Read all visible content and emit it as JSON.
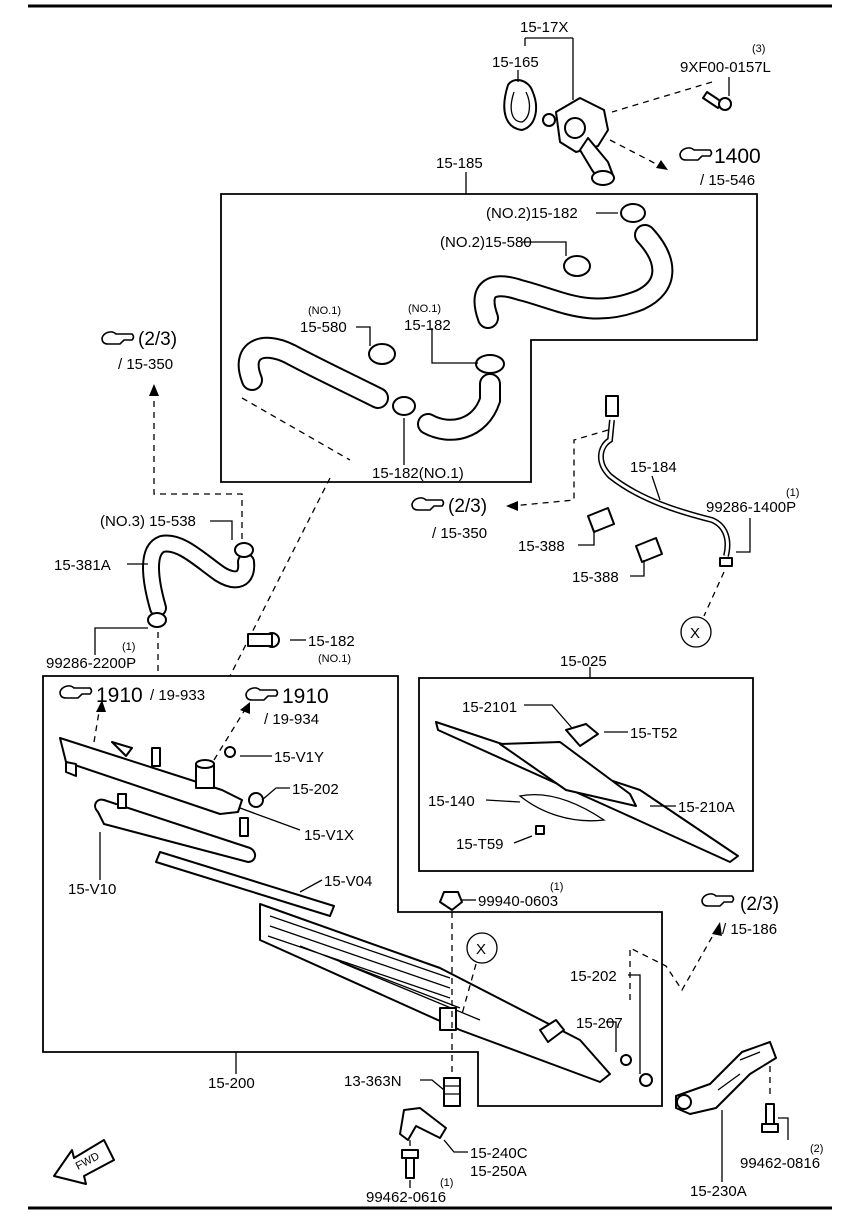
{
  "labels": {
    "l_15_17X": "15-17X",
    "l_15_165": "15-165",
    "l_qty3": "(3)",
    "l_9XF00": "9XF00-0157L",
    "l_1400": "1400",
    "l_15_546": "/ 15-546",
    "l_15_185": "15-185",
    "l_no2_182": "(NO.2)15-182",
    "l_no2_580": "(NO.2)15-580",
    "l_no1_a": "(NO.1)",
    "l_15_580": "15-580",
    "l_no1_b": "(NO.1)",
    "l_15_182a": "15-182",
    "l_15_182_no1": "15-182(NO.1)",
    "l_23a": "(2/3)",
    "l_15_350a": "/ 15-350",
    "l_no3_538": "(NO.3) 15-538",
    "l_15_381A": "15-381A",
    "l_qty1a": "(1)",
    "l_99286_2200P": "99286-2200P",
    "l_15_182b": "15-182",
    "l_no1_c": "(NO.1)",
    "l_23b": "(2/3)",
    "l_15_350b": "/ 15-350",
    "l_15_184": "15-184",
    "l_qty1b": "(1)",
    "l_99286_1400P": "99286-1400P",
    "l_15_388a": "15-388",
    "l_15_388b": "15-388",
    "l_X1": "X",
    "l_15_025": "15-025",
    "l_15_2101": "15-2101",
    "l_15_T52": "15-T52",
    "l_15_140": "15-140",
    "l_15_210A": "15-210A",
    "l_15_T59": "15-T59",
    "l_1910a": "1910",
    "l_19_933": "/ 19-933",
    "l_1910b": "1910",
    "l_19_934": "/ 19-934",
    "l_15_V1Y": "15-V1Y",
    "l_15_202a": "15-202",
    "l_15_V1X": "15-V1X",
    "l_15_V10": "15-V10",
    "l_15_V04": "15-V04",
    "l_qty1c": "(1)",
    "l_99940": "99940-0603",
    "l_23c": "(2/3)",
    "l_15_186": "/ 15-186",
    "l_X2": "X",
    "l_15_202b": "15-202",
    "l_15_207": "15-207",
    "l_15_200": "15-200",
    "l_13_363N": "13-363N",
    "l_15_240C": "15-240C",
    "l_15_250A": "15-250A",
    "l_qty1d": "(1)",
    "l_99462_0616": "99462-0616",
    "l_qty2": "(2)",
    "l_99462_0816": "99462-0816",
    "l_15_230A": "15-230A",
    "l_FWD": "FWD"
  }
}
